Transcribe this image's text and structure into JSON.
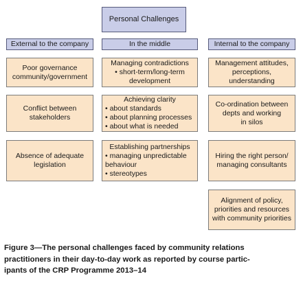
{
  "diagram": {
    "title": "Personal Challenges",
    "columns": [
      {
        "header": "External to the company",
        "items": [
          {
            "lines": [
              "Poor governance",
              "community/government"
            ]
          },
          {
            "lines": [
              "Conflict between",
              "stakeholders"
            ]
          },
          {
            "lines": [
              "Absence of adequate",
              "legislation"
            ]
          }
        ]
      },
      {
        "header": "In the middle",
        "items": [
          {
            "lines": [
              "Managing contradictions",
              "• short-term/long-term",
              "development"
            ]
          },
          {
            "lines": [
              "Achieving clarity",
              "• about standards",
              "• about planning processes",
              "• about what is needed"
            ]
          },
          {
            "lines": [
              "Establishing partnerships",
              "• managing unpredictable",
              "behaviour",
              "• stereotypes"
            ]
          }
        ]
      },
      {
        "header": "Internal to the company",
        "items": [
          {
            "lines": [
              "Management attitudes,",
              "perceptions,",
              "understanding"
            ]
          },
          {
            "lines": [
              "Co-ordination between",
              "depts and working",
              "in silos"
            ]
          },
          {
            "lines": [
              "Hiring the right person/",
              "managing consultants"
            ]
          },
          {
            "lines": [
              "Alignment of policy,",
              "priorities and resources",
              "with community priorities"
            ]
          }
        ]
      }
    ]
  },
  "caption": {
    "lines": [
      "Figure 3—The personal challenges faced by community relations",
      "practitioners in their day-to-day work as reported by course partic-",
      "ipants of the CRP Programme 2013–14"
    ]
  }
}
